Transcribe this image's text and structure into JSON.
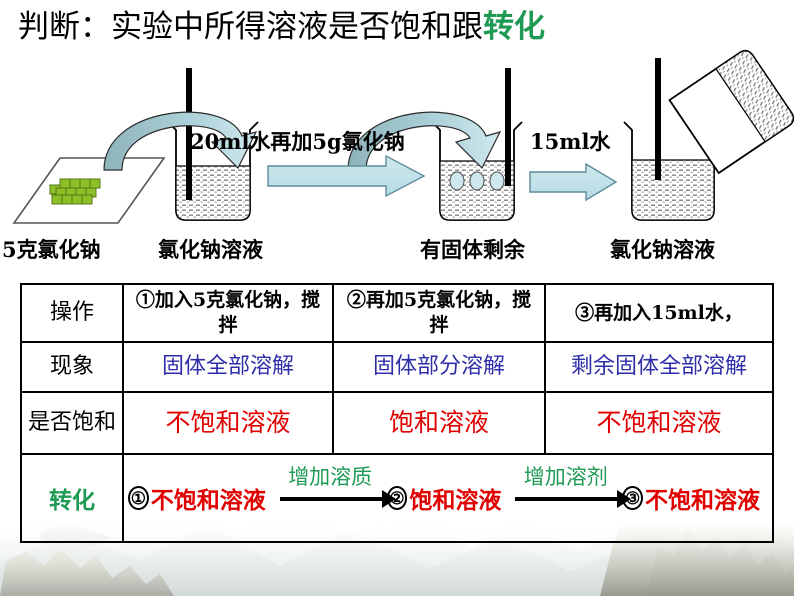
{
  "title": {
    "main": "判断：实验中所得溶液是否饱和跟",
    "highlight": "转化",
    "highlight_color": "#1f9a54"
  },
  "diagram": {
    "labels": [
      {
        "name": "watch-glass-label",
        "text": "5克氯化钠"
      },
      {
        "name": "beaker1-label",
        "text": "氯化钠溶液"
      },
      {
        "name": "beaker2-label",
        "text": "有固体剩余"
      },
      {
        "name": "beaker3-label",
        "text": "氯化钠溶液"
      }
    ],
    "steps": [
      {
        "name": "step1-text",
        "text": "20ml水再加5g氯化钠"
      },
      {
        "name": "step2-text",
        "text": "15ml水"
      }
    ]
  },
  "table": {
    "rows": [
      {
        "label": "操作",
        "cells": [
          "①加入5克氯化钠，搅拌",
          "②再加5克氯化钠，搅拌",
          "③再加入15ml水，"
        ]
      },
      {
        "label": "现象",
        "cells": [
          "固体全部溶解",
          "固体部分溶解",
          "剩余固体全部溶解"
        ]
      },
      {
        "label": "是否饱和",
        "cells": [
          "不饱和溶液",
          "饱和溶液",
          "不饱和溶液"
        ]
      }
    ],
    "conversion": {
      "label": "转化",
      "nodes": [
        {
          "num": "①",
          "term": "不饱和溶液"
        },
        {
          "num": "②",
          "term": "饱和溶液"
        },
        {
          "num": "③",
          "term": "不饱和溶液"
        }
      ],
      "arrows": [
        "增加溶质",
        "增加溶剂"
      ]
    }
  },
  "colors": {
    "phenomenon_text": "#2e2ea8",
    "saturation_text": "#e00000",
    "accent_green": "#1f9a54",
    "arrow_fill_light": "#c9e3ea",
    "arrow_fill_dark": "#8fb3bb"
  }
}
